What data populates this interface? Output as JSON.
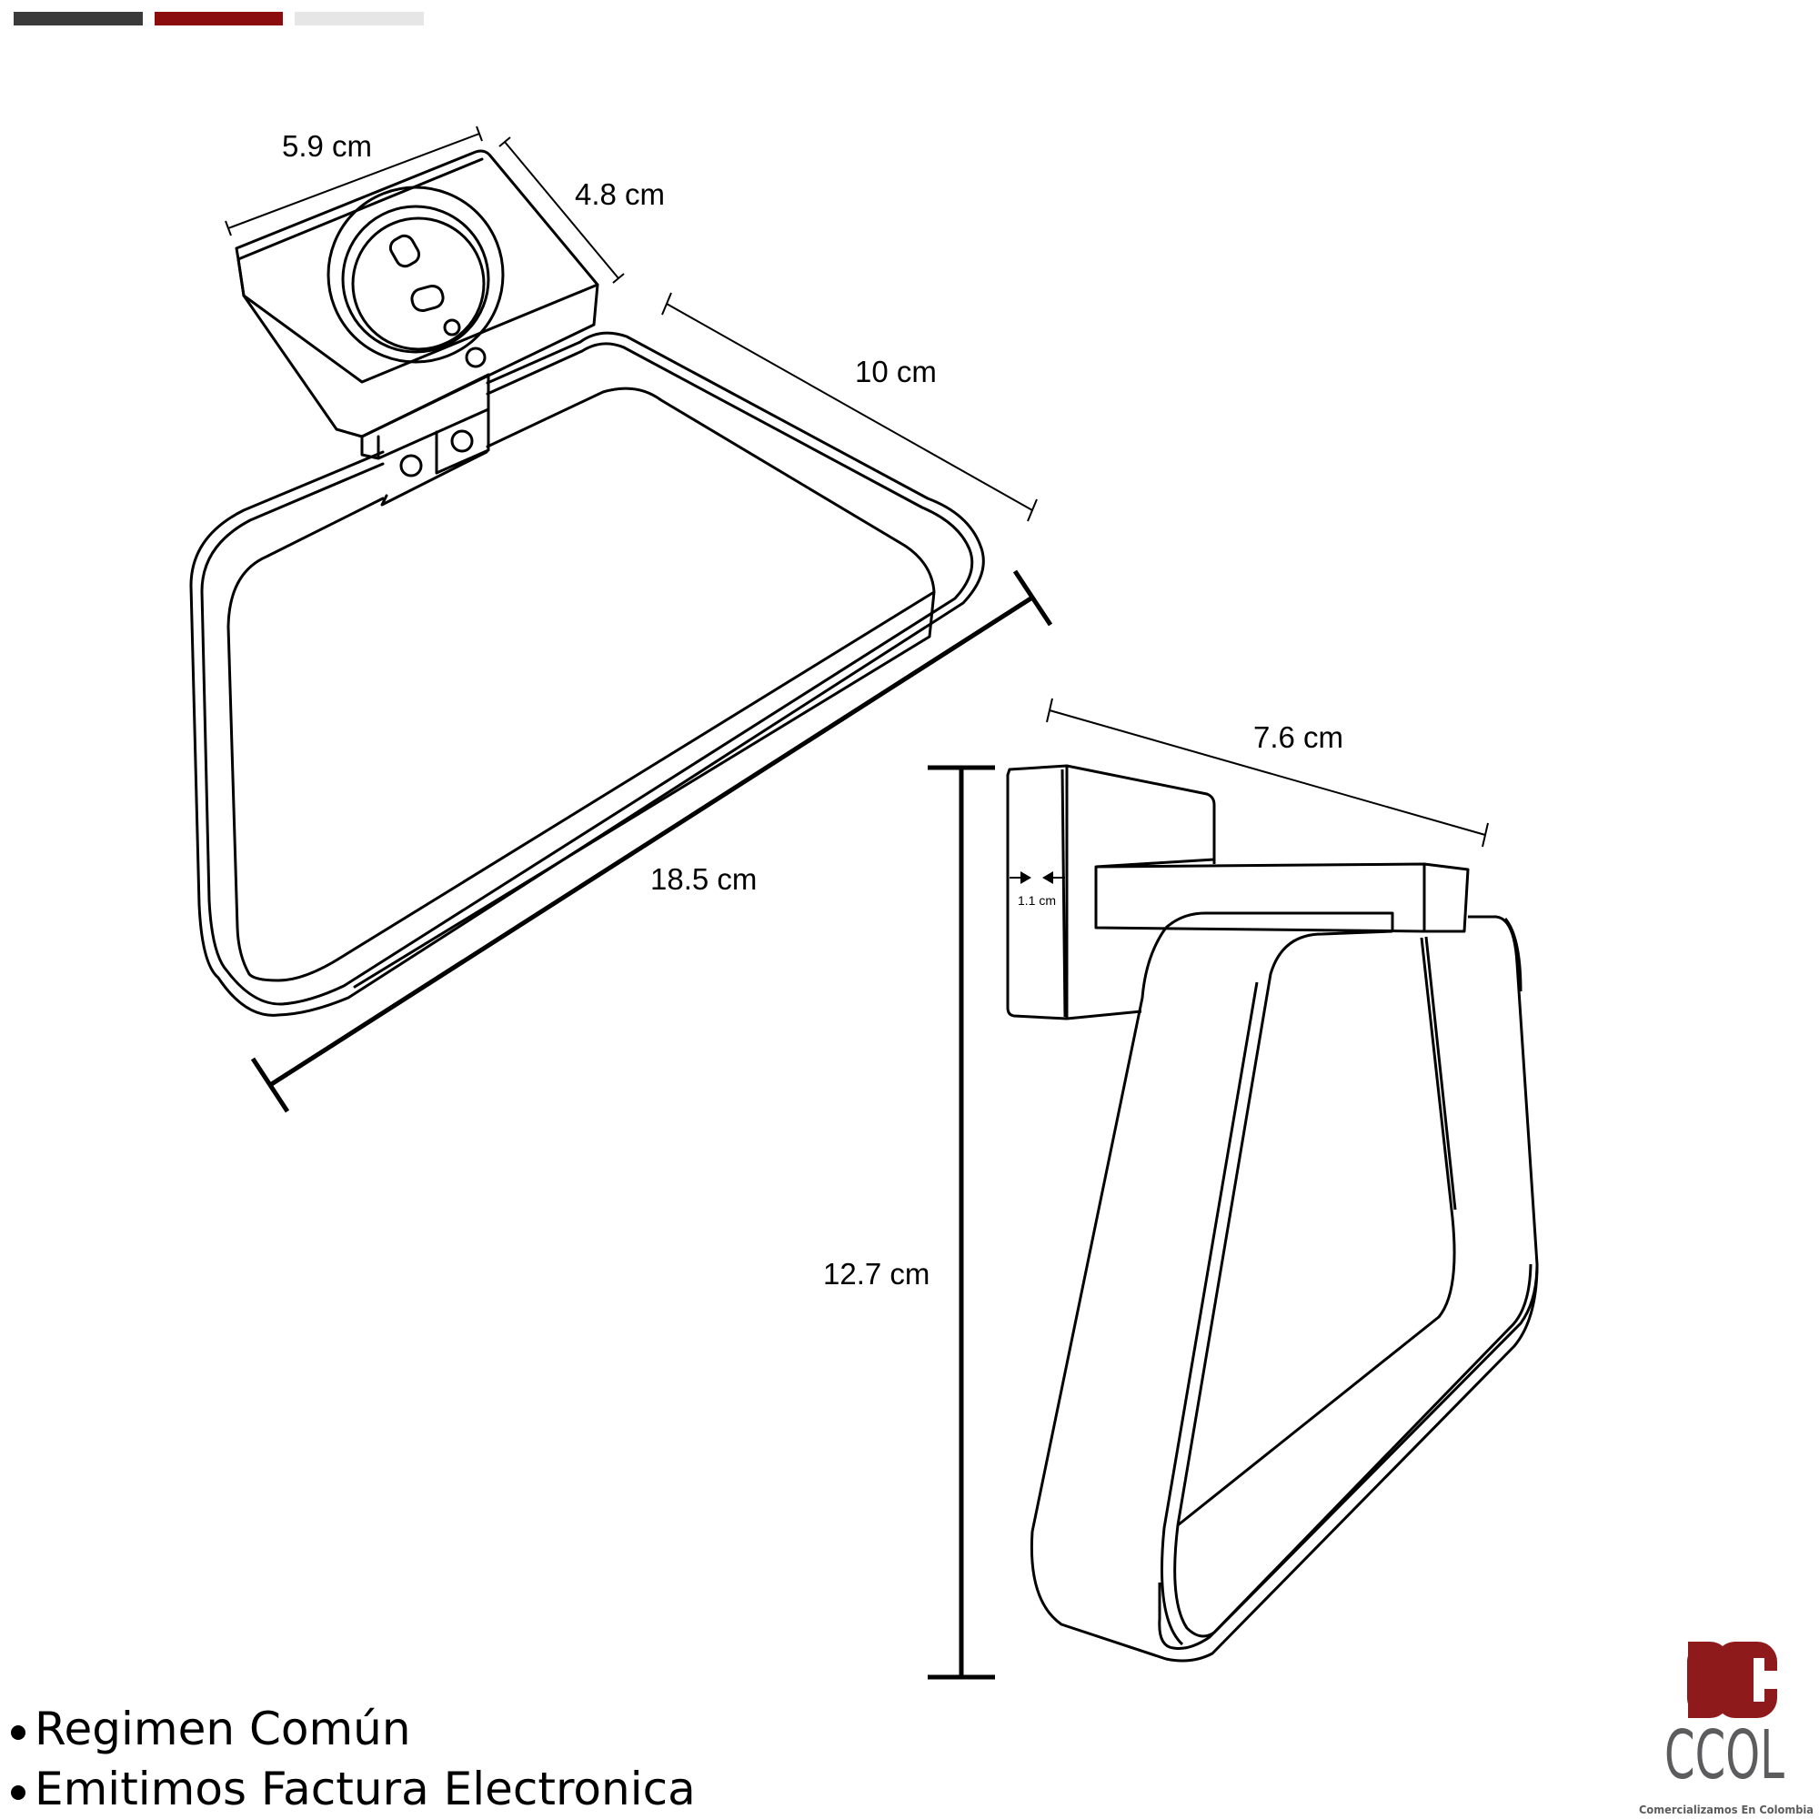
{
  "colors": {
    "dark_bar": "#3a3a3a",
    "red_bar": "#8b0d0d",
    "light_bar": "#e6e6e6",
    "logo_red": "#8e1a1c",
    "logo_gray": "#5c5c5e"
  },
  "dimensions": {
    "plate_width": "5.9 cm",
    "plate_depth": "4.8 cm",
    "ring_side": "10 cm",
    "ring_length": "18.5 cm",
    "projection": "7.6 cm",
    "height": "12.7 cm",
    "thickness": "1.1 cm"
  },
  "notes": [
    "Regimen Común",
    "Emitimos Factura Electronica"
  ],
  "logo": {
    "name": "CCOL",
    "tagline": "Comercializamos En Colombia"
  }
}
